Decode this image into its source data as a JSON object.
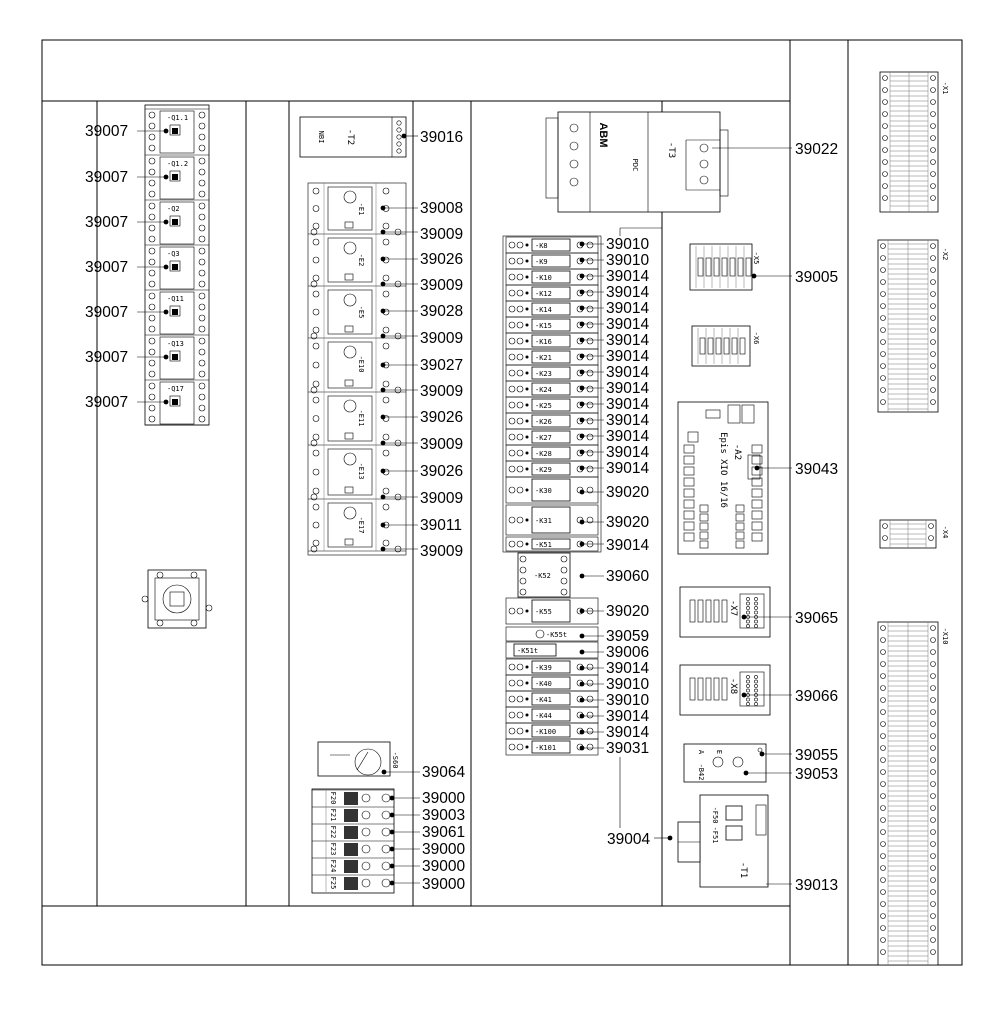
{
  "callouts": {
    "left": [
      "39007",
      "39007",
      "39007",
      "39007",
      "39007",
      "39007",
      "39007"
    ],
    "col2_top": "39016",
    "col2": [
      "39008",
      "39009",
      "39026",
      "39009",
      "39028",
      "39009",
      "39027",
      "39009",
      "39026",
      "39009",
      "39026",
      "39009",
      "39011",
      "39009"
    ],
    "col2_mid": "39064",
    "col2_bottom": [
      "39000",
      "39003",
      "39061",
      "39000",
      "39000",
      "39000"
    ],
    "col3": [
      "39010",
      "39010",
      "39014",
      "39014",
      "39014",
      "39014",
      "39014",
      "39014",
      "39014",
      "39014",
      "39014",
      "39014",
      "39014",
      "39014",
      "39014",
      "39020",
      "39020",
      "39014",
      "39060",
      "39020",
      "39059",
      "39006",
      "39014",
      "39010",
      "39010",
      "39014",
      "39014",
      "39031"
    ],
    "col3_bottom": "39004",
    "col4": {
      "c39022": "39022",
      "c39005": "39005",
      "c39043": "39043",
      "c39065": "39065",
      "c39066": "39066",
      "c39055": "39055",
      "c39053": "39053",
      "c39013": "39013"
    }
  },
  "labels": {
    "breakers": [
      "-Q1.1",
      "-Q1.2",
      "-Q2",
      "-Q3",
      "-Q11",
      "-Q13",
      "-Q17"
    ],
    "t2": "-T2",
    "t2_sub": "NBI",
    "relays_col2": [
      "-E1",
      "-E2",
      "-E5",
      "-E10",
      "-E11",
      "-E13",
      "-E17"
    ],
    "fuses": [
      "F20",
      "F21",
      "F22",
      "F23",
      "F24",
      "F25"
    ],
    "s60": "-S60",
    "relays_col3": [
      "-K8",
      "-K9",
      "-K10",
      "-K12",
      "-K14",
      "-K15",
      "-K16",
      "-K21",
      "-K23",
      "-K24",
      "-K25",
      "-K26",
      "-K27",
      "-K28",
      "-K29"
    ],
    "k30": "-K30",
    "k31": "-K31",
    "k51": "-K51",
    "k52": "-K52",
    "k55": "-K55",
    "k55t": "-K55t",
    "k51t": "-K51t",
    "relays_col3b": [
      "-K39",
      "-K40",
      "-K41",
      "-K44",
      "-K100",
      "-K101"
    ],
    "abm": "ABM",
    "pdc": "PDC",
    "t3": "-T3",
    "x5": "-X5",
    "x6": "-X6",
    "a2": "-A2",
    "a2_sub": "Epis XIO 16/16",
    "x7": "-X7",
    "x8": "-X8",
    "b42": "-B42",
    "b42_a": "A",
    "b42_e": "E",
    "t1": "-T1",
    "f50": "-F50",
    "f51": "-F51",
    "x1": "-X1",
    "x2": "-X2",
    "x4": "-X4",
    "x10": "-X10"
  }
}
